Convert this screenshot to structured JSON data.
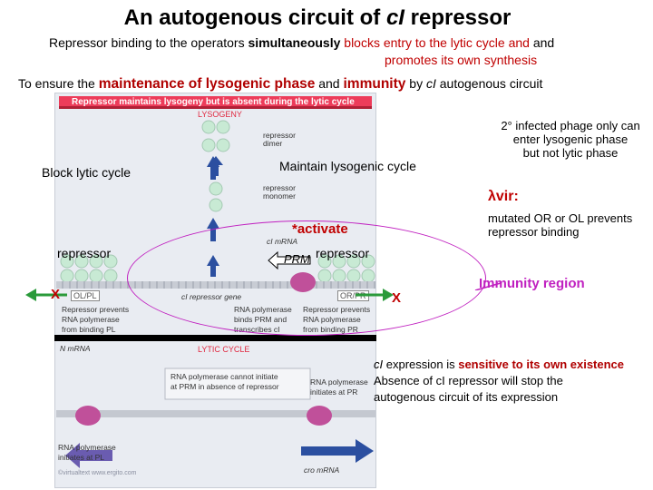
{
  "title": {
    "pre": "An autogenous circuit of ",
    "ci": "cI",
    "post": " repressor"
  },
  "subtitle": {
    "p1": "Repressor binding to the operators ",
    "p2": "simultaneously",
    "p3": " blocks entry to the lytic cycle and",
    "p4": "promotes its own synthesis"
  },
  "maintenance": {
    "p1": "To ensure the ",
    "p2": "maintenance of lysogenic phase",
    "p3": " and ",
    "p4": "immunity",
    "p5": " by ",
    "p6": "cI",
    "p7": " autogenous circuit"
  },
  "figure": {
    "banner": "Repressor maintains lysogeny but is absent during the lytic cycle",
    "lysogeny": "LYSOGENY",
    "dimer": "repressor\ndimer",
    "monomer": "repressor\nmonomer",
    "ci_mrna": "cI mRNA",
    "ci_gene": "cI repressor gene",
    "left_ops": "OL/PL",
    "right_ops": "OR/PR",
    "left_note": "Repressor prevents\nRNA polymerase\nfrom binding PL",
    "mid_note": "RNA polymerase\nbinds PRM and\ntranscribes cI",
    "right_note": "Repressor prevents\nRNA polymerase\nfrom binding PR",
    "n_mrna": "N mRNA",
    "lytic": "LYTIC CYCLE",
    "prm_note": "RNA polymerase cannot initiate\nat PRM in absence of repressor",
    "pr_note": "RNA polymerase\ninitiates at PR",
    "pl_note": "RNA polymerase\ninitiates at PL",
    "cro_mrna": "cro mRNA",
    "credit": "©virtualtext  www.ergito.com"
  },
  "labels": {
    "block_lytic": "Block lytic cycle",
    "maintain_lysogenic": "Maintain lysogenic cycle",
    "repressor_left": "repressor",
    "repressor_right": "repressor",
    "activate": "*activate",
    "prm": "PRM",
    "x_left": "X",
    "x_right": "X",
    "immunity_region": "Immunity region"
  },
  "secondary": {
    "l1": "2° infected phage only can",
    "l2": "enter lysogenic phase",
    "l3": "but not lytic phase"
  },
  "lvir": {
    "head": "λvir:",
    "l1": "mutated OR or OL prevents",
    "l2": "repressor binding"
  },
  "expression": {
    "l1a": "cI",
    "l1b": " expression is ",
    "l1c": "sensitive to its own existence",
    "l2": "Absence of cI repressor will stop the",
    "l3": "autogenous circuit of its expression"
  },
  "colors": {
    "accent_red": "#c00000",
    "magenta": "#c020c0",
    "green": "#2a9a3a",
    "blue": "#2b4fa0"
  }
}
